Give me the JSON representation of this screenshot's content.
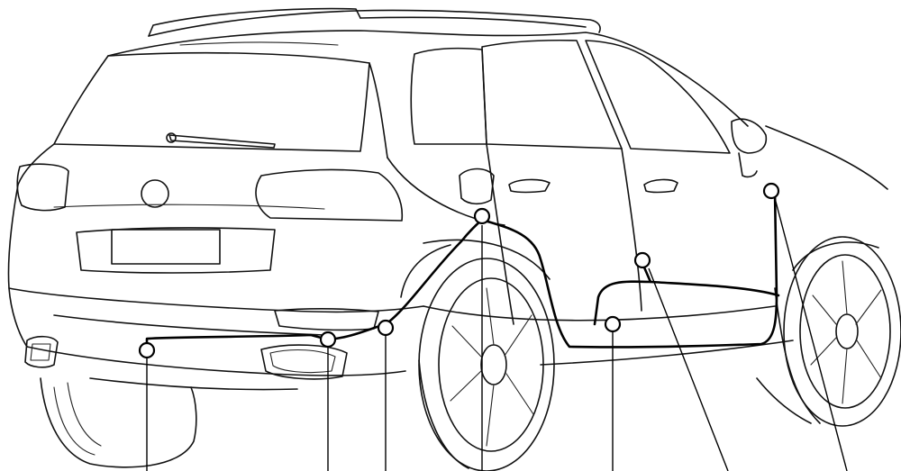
{
  "colors": {
    "line": "#111111",
    "harness": "#000000",
    "background": "#ffffff"
  },
  "harness_points": [
    {
      "id": "rear-bumper-left-connector"
    },
    {
      "id": "rear-bumper-center-connector"
    },
    {
      "id": "rear-bumper-right-connector"
    },
    {
      "id": "rear-wheel-arch-connector"
    },
    {
      "id": "rear-door-lower-connector"
    },
    {
      "id": "front-door-connector"
    },
    {
      "id": "front-fender-connector"
    }
  ]
}
